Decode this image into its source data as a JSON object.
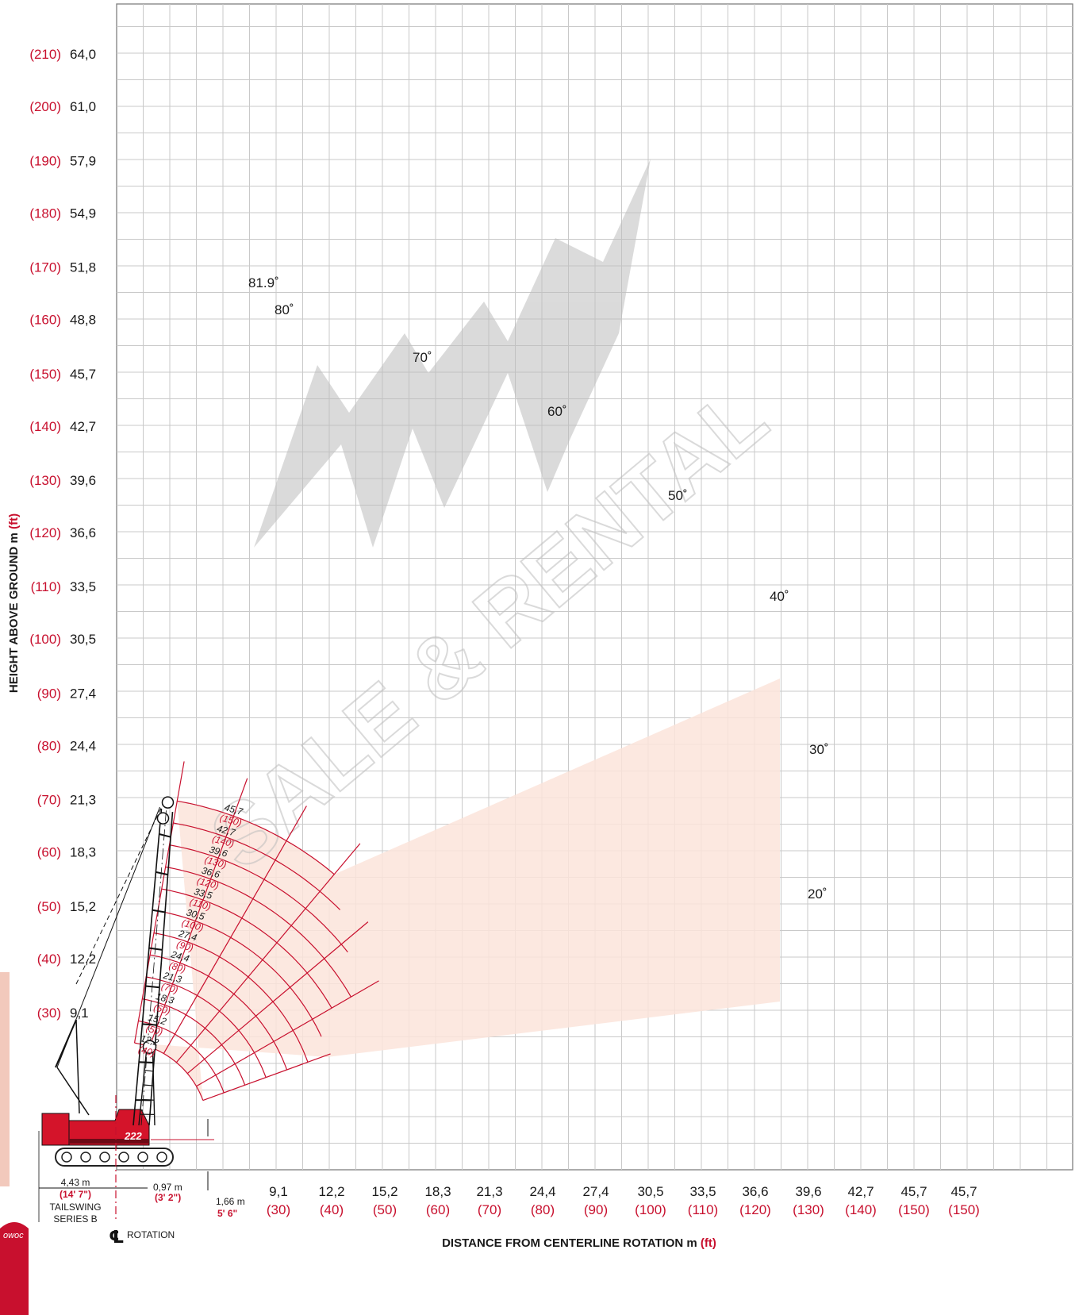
{
  "y_axis": {
    "title": "HEIGHT ABOVE GROUND m",
    "title_unit": "(ft)",
    "ticks": [
      {
        "m": "9,1",
        "ft": "(30)"
      },
      {
        "m": "12,2",
        "ft": "(40)"
      },
      {
        "m": "15,2",
        "ft": "(50)"
      },
      {
        "m": "18,3",
        "ft": "(60)"
      },
      {
        "m": "21,3",
        "ft": "(70)"
      },
      {
        "m": "24,4",
        "ft": "(80)"
      },
      {
        "m": "27,4",
        "ft": "(90)"
      },
      {
        "m": "30,5",
        "ft": "(100)"
      },
      {
        "m": "33,5",
        "ft": "(110)"
      },
      {
        "m": "36,6",
        "ft": "(120)"
      },
      {
        "m": "39,6",
        "ft": "(130)"
      },
      {
        "m": "42,7",
        "ft": "(140)"
      },
      {
        "m": "45,7",
        "ft": "(150)"
      },
      {
        "m": "48,8",
        "ft": "(160)"
      },
      {
        "m": "51,8",
        "ft": "(170)"
      },
      {
        "m": "54,9",
        "ft": "(180)"
      },
      {
        "m": "57,9",
        "ft": "(190)"
      },
      {
        "m": "61,0",
        "ft": "(200)"
      },
      {
        "m": "64,0",
        "ft": "(210)"
      }
    ]
  },
  "x_axis": {
    "title": "DISTANCE FROM CENTERLINE ROTATION m",
    "title_unit": "(ft)",
    "ticks": [
      {
        "m": "9,1",
        "ft": "(30)"
      },
      {
        "m": "12,2",
        "ft": "(40)"
      },
      {
        "m": "15,2",
        "ft": "(50)"
      },
      {
        "m": "18,3",
        "ft": "(60)"
      },
      {
        "m": "21,3",
        "ft": "(70)"
      },
      {
        "m": "24,4",
        "ft": "(80)"
      },
      {
        "m": "27,4",
        "ft": "(90)"
      },
      {
        "m": "30,5",
        "ft": "(100)"
      },
      {
        "m": "33,5",
        "ft": "(110)"
      },
      {
        "m": "36,6",
        "ft": "(120)"
      },
      {
        "m": "39,6",
        "ft": "(130)"
      },
      {
        "m": "42,7",
        "ft": "(140)"
      },
      {
        "m": "45,7",
        "ft": "(150)"
      },
      {
        "m": "45,7",
        "ft": "(150)"
      }
    ]
  },
  "boom_angles": [
    "81.9˚",
    "80˚",
    "70˚",
    "60˚",
    "50˚",
    "40˚",
    "30˚",
    "20˚"
  ],
  "boom_lengths": [
    {
      "m": "12,2",
      "ft": "(40)"
    },
    {
      "m": "15,2",
      "ft": "(50)"
    },
    {
      "m": "18,3",
      "ft": "(60)"
    },
    {
      "m": "21,3",
      "ft": "(70)"
    },
    {
      "m": "24,4",
      "ft": "(80)"
    },
    {
      "m": "27,4",
      "ft": "(90)"
    },
    {
      "m": "30,5",
      "ft": "(100)"
    },
    {
      "m": "33,5",
      "ft": "(110)"
    },
    {
      "m": "36,6",
      "ft": "(120)"
    },
    {
      "m": "39,6",
      "ft": "(130)"
    },
    {
      "m": "42,7",
      "ft": "(140)"
    },
    {
      "m": "45,7",
      "ft": "(150)"
    }
  ],
  "dimensions": {
    "tailswing_m": "4,43 m",
    "tailswing_ft": "(14' 7\")",
    "tailswing_label_1": "TAILSWING",
    "tailswing_label_2": "SERIES B",
    "offset_m": "0,97 m",
    "offset_ft": "(3' 2\")",
    "pin_height_m": "1,66 m",
    "pin_height_ft": "5' 6\"",
    "rotation_symbol": "℄",
    "rotation_label": "ROTATION"
  },
  "crane": {
    "model": "222",
    "brand_partial": "owoc"
  },
  "watermark": {
    "text": "SALE & RENTAL",
    "color": "#bdbdbd"
  },
  "colors": {
    "curve_red": "#c8102e",
    "fill_pink": "#fbe4db",
    "grid": "#c9c9c9",
    "crane_red": "#d4142a"
  }
}
